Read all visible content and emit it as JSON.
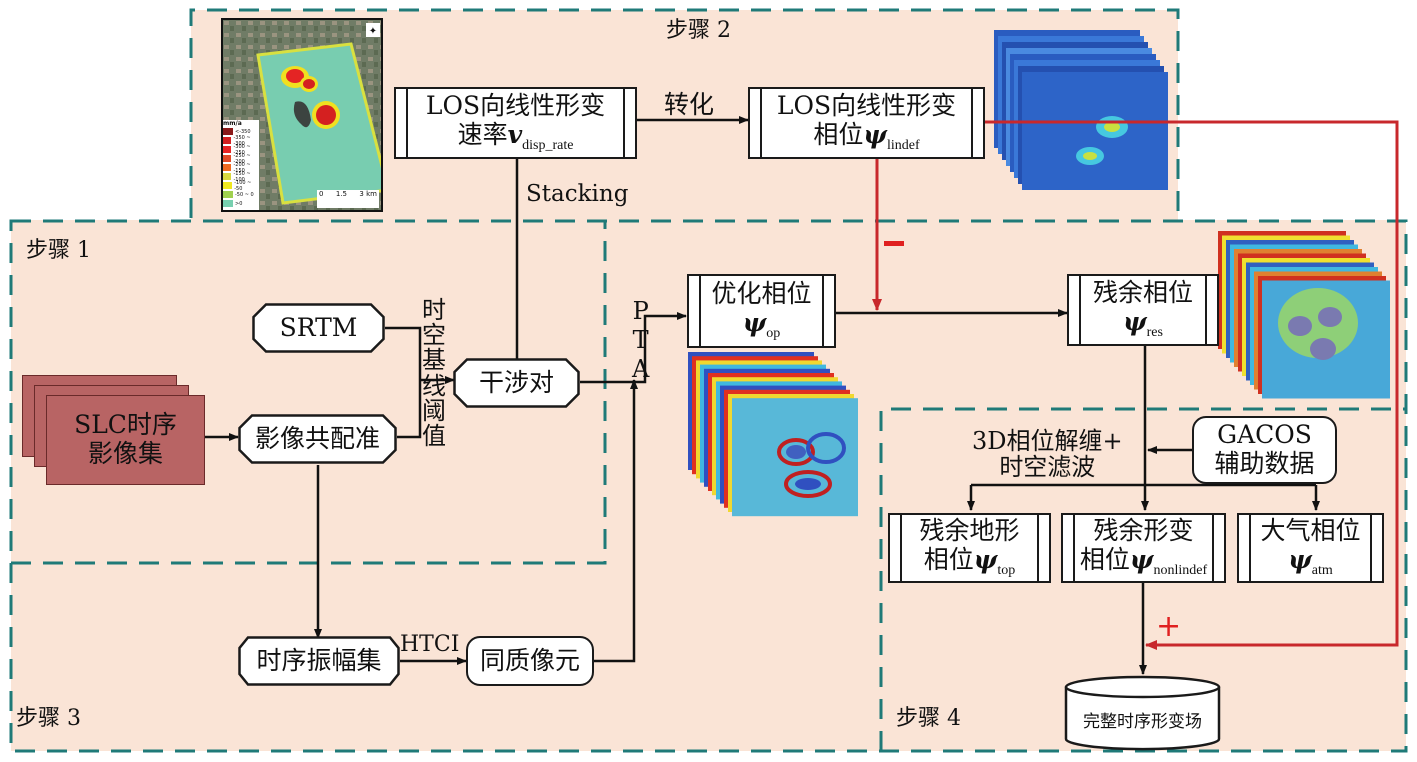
{
  "steps": {
    "step1": "步骤  1",
    "step2": "步骤  2",
    "step3": "步骤  3",
    "step4": "步骤  4"
  },
  "step1": {
    "slc_line1": "SLC时序",
    "slc_line2": "影像集",
    "srtm": "SRTM",
    "coreg": "影像共配准",
    "interferogram": "干涉对",
    "baseline_threshold": [
      "时",
      "空",
      "基",
      "线",
      "阈",
      "值"
    ]
  },
  "step2": {
    "rate_line1": "LOS向线性形变",
    "rate_line2_prefix": "速率",
    "rate_symbol": "v",
    "rate_sub": "disp_rate",
    "convert_label": "转化",
    "phase_line1": "LOS向线性形变",
    "phase_line2_prefix": "相位",
    "phase_symbol": "ψ",
    "phase_sub": "lindef",
    "stacking_label": "Stacking",
    "map": {
      "unit": "mm/a",
      "legend": [
        "<-350",
        "-350 ~ -300",
        "-300 ~ -250",
        "-250 ~ -200",
        "-200 ~ -150",
        "-150 ~ -100",
        "-100 ~ -50",
        "-50 ~ 0",
        ">0"
      ],
      "legend_colors": [
        "#8b1a1a",
        "#d42020",
        "#e82424",
        "#e04a28",
        "#f06a20",
        "#d8d840",
        "#f0e820",
        "#a0d050",
        "#78d0b0"
      ],
      "scale_ticks": [
        "0",
        "1.5",
        "3 km"
      ]
    }
  },
  "step3": {
    "amplitude": "时序振幅集",
    "htci_label": "HTCI",
    "shp": "同质像元",
    "pta_letters": [
      "P",
      "T",
      "A"
    ]
  },
  "main": {
    "optimized_line1": "优化相位",
    "optimized_symbol": "ψ",
    "optimized_sub": "op",
    "residual_line1": "残余相位",
    "residual_symbol": "ψ",
    "residual_sub": "res",
    "minus_sign": "-",
    "plus_sign": "+"
  },
  "step4": {
    "unwrap_line1": "3D相位解缠+",
    "unwrap_line2": "时空滤波",
    "gacos_line1": "GACOS",
    "gacos_line2": "辅助数据",
    "topo_line1": "残余地形",
    "topo_line2_prefix": "相位",
    "topo_symbol": "ψ",
    "topo_sub": "top",
    "nonlin_line1": "残余形变",
    "nonlin_line2_prefix": "相位",
    "nonlin_symbol": "ψ",
    "nonlin_sub": "nonlindef",
    "atm_line1": "大气相位",
    "atm_symbol": "ψ",
    "atm_sub": "atm",
    "final_output": "完整时序形变场"
  },
  "colors": {
    "region_fill": "#fae4d6",
    "dash_border": "#1f7a78",
    "red_line": "#c8282c",
    "slc_fill": "#b86464"
  }
}
